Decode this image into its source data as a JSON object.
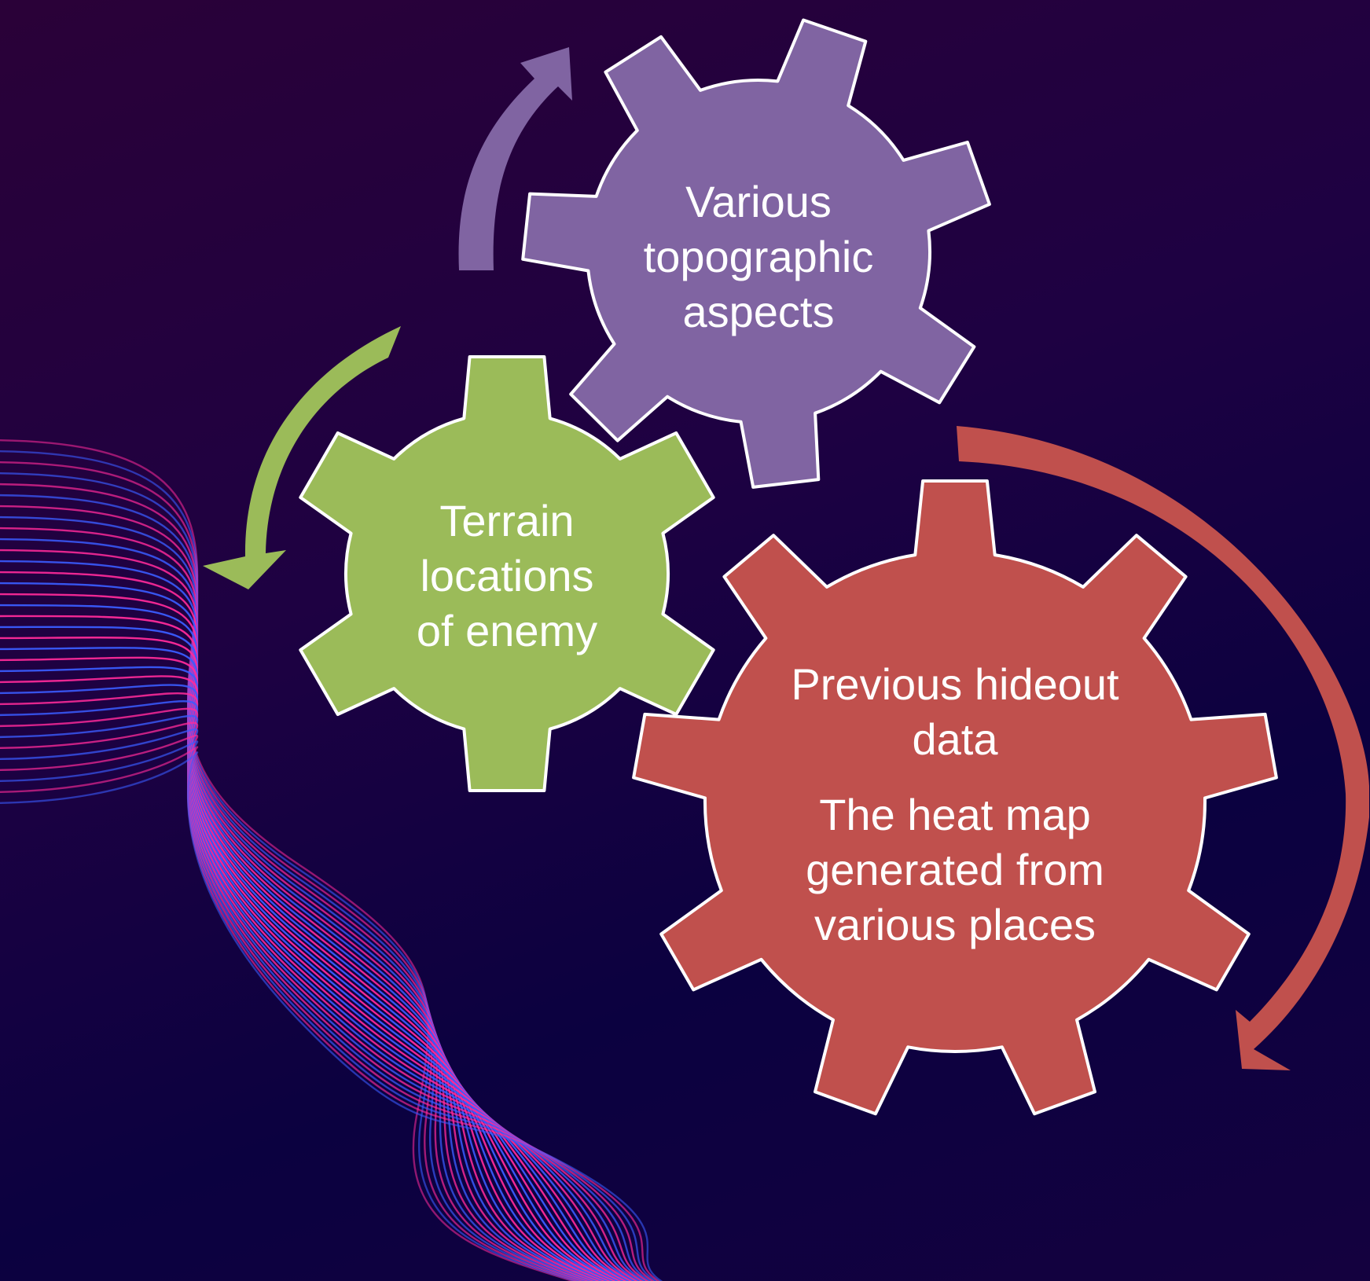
{
  "colors": {
    "background_top": "#2a0138",
    "background_bottom": "#0b0140",
    "purple_gear": "#8064a2",
    "green_gear": "#9bbb59",
    "red_gear": "#c0504d",
    "outline": "#ffffff",
    "wave_pink": "#ff2a9a",
    "wave_blue": "#3a5cff"
  },
  "gears": {
    "topographic": {
      "icon": "gear-icon",
      "lines": [
        "Various",
        "topographic",
        "aspects"
      ]
    },
    "terrain": {
      "icon": "gear-icon",
      "lines": [
        "Terrain",
        "locations",
        "of enemy"
      ]
    },
    "hideout": {
      "icon": "gear-icon",
      "lines": [
        "Previous hideout",
        "data"
      ],
      "lines2": [
        "The heat map",
        "generated from",
        "various places"
      ]
    }
  },
  "arrows": {
    "purple": "curved-arrow-icon",
    "green": "curved-arrow-icon",
    "red": "curved-arrow-icon"
  }
}
